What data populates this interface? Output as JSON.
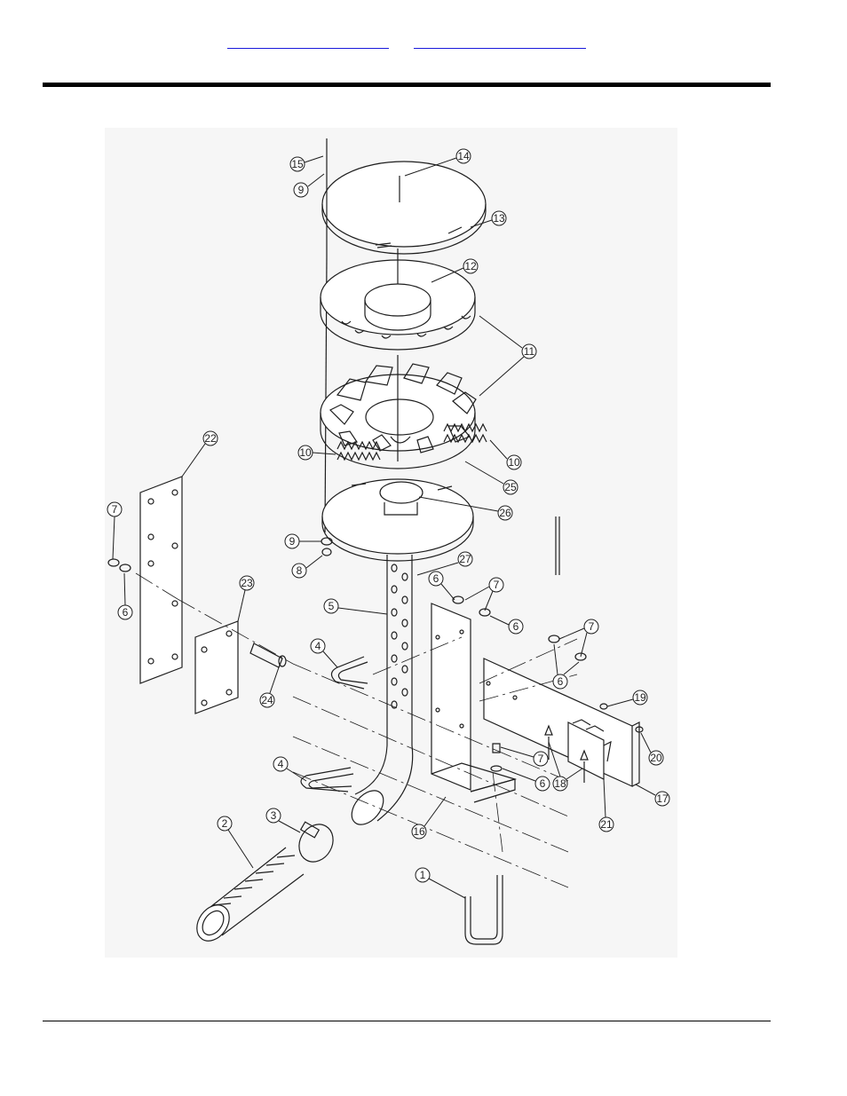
{
  "header": {
    "links": [
      "",
      ""
    ]
  },
  "diagram": {
    "type": "exploded-parts-diagram",
    "line_color": "#1e1e1e",
    "callouts": [
      {
        "id": "c1",
        "label": "1"
      },
      {
        "id": "c2",
        "label": "2"
      },
      {
        "id": "c3",
        "label": "3"
      },
      {
        "id": "c4a",
        "label": "4"
      },
      {
        "id": "c4b",
        "label": "4"
      },
      {
        "id": "c5",
        "label": "5"
      },
      {
        "id": "c6a",
        "label": "6"
      },
      {
        "id": "c6b",
        "label": "6"
      },
      {
        "id": "c6c",
        "label": "6"
      },
      {
        "id": "c6d",
        "label": "6"
      },
      {
        "id": "c6e",
        "label": "6"
      },
      {
        "id": "c7a",
        "label": "7"
      },
      {
        "id": "c7b",
        "label": "7"
      },
      {
        "id": "c7c",
        "label": "7"
      },
      {
        "id": "c7d",
        "label": "7"
      },
      {
        "id": "c8",
        "label": "8"
      },
      {
        "id": "c9a",
        "label": "9"
      },
      {
        "id": "c9b",
        "label": "9"
      },
      {
        "id": "c10a",
        "label": "10"
      },
      {
        "id": "c10b",
        "label": "10"
      },
      {
        "id": "c11",
        "label": "11"
      },
      {
        "id": "c12",
        "label": "12"
      },
      {
        "id": "c13",
        "label": "13"
      },
      {
        "id": "c14",
        "label": "14"
      },
      {
        "id": "c15",
        "label": "15"
      },
      {
        "id": "c16",
        "label": "16"
      },
      {
        "id": "c17",
        "label": "17"
      },
      {
        "id": "c18",
        "label": "18"
      },
      {
        "id": "c19",
        "label": "19"
      },
      {
        "id": "c20",
        "label": "20"
      },
      {
        "id": "c21",
        "label": "21"
      },
      {
        "id": "c22",
        "label": "22"
      },
      {
        "id": "c23",
        "label": "23"
      },
      {
        "id": "c24",
        "label": "24"
      },
      {
        "id": "c25",
        "label": "25"
      },
      {
        "id": "c26",
        "label": "26"
      },
      {
        "id": "c27",
        "label": "27"
      }
    ]
  }
}
